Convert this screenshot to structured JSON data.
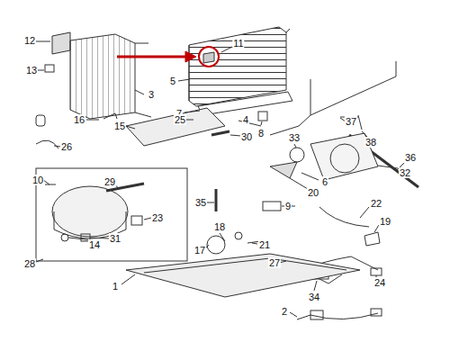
{
  "diagram": {
    "labels": [
      "12",
      "11",
      "13",
      "3",
      "5",
      "7",
      "4",
      "37",
      "16",
      "25",
      "15",
      "8",
      "30",
      "38",
      "26",
      "33",
      "36",
      "32",
      "6",
      "20",
      "10",
      "29",
      "35",
      "22",
      "9",
      "23",
      "19",
      "18",
      "31",
      "14",
      "17",
      "21",
      "28",
      "27",
      "24",
      "34",
      "1",
      "2"
    ]
  }
}
